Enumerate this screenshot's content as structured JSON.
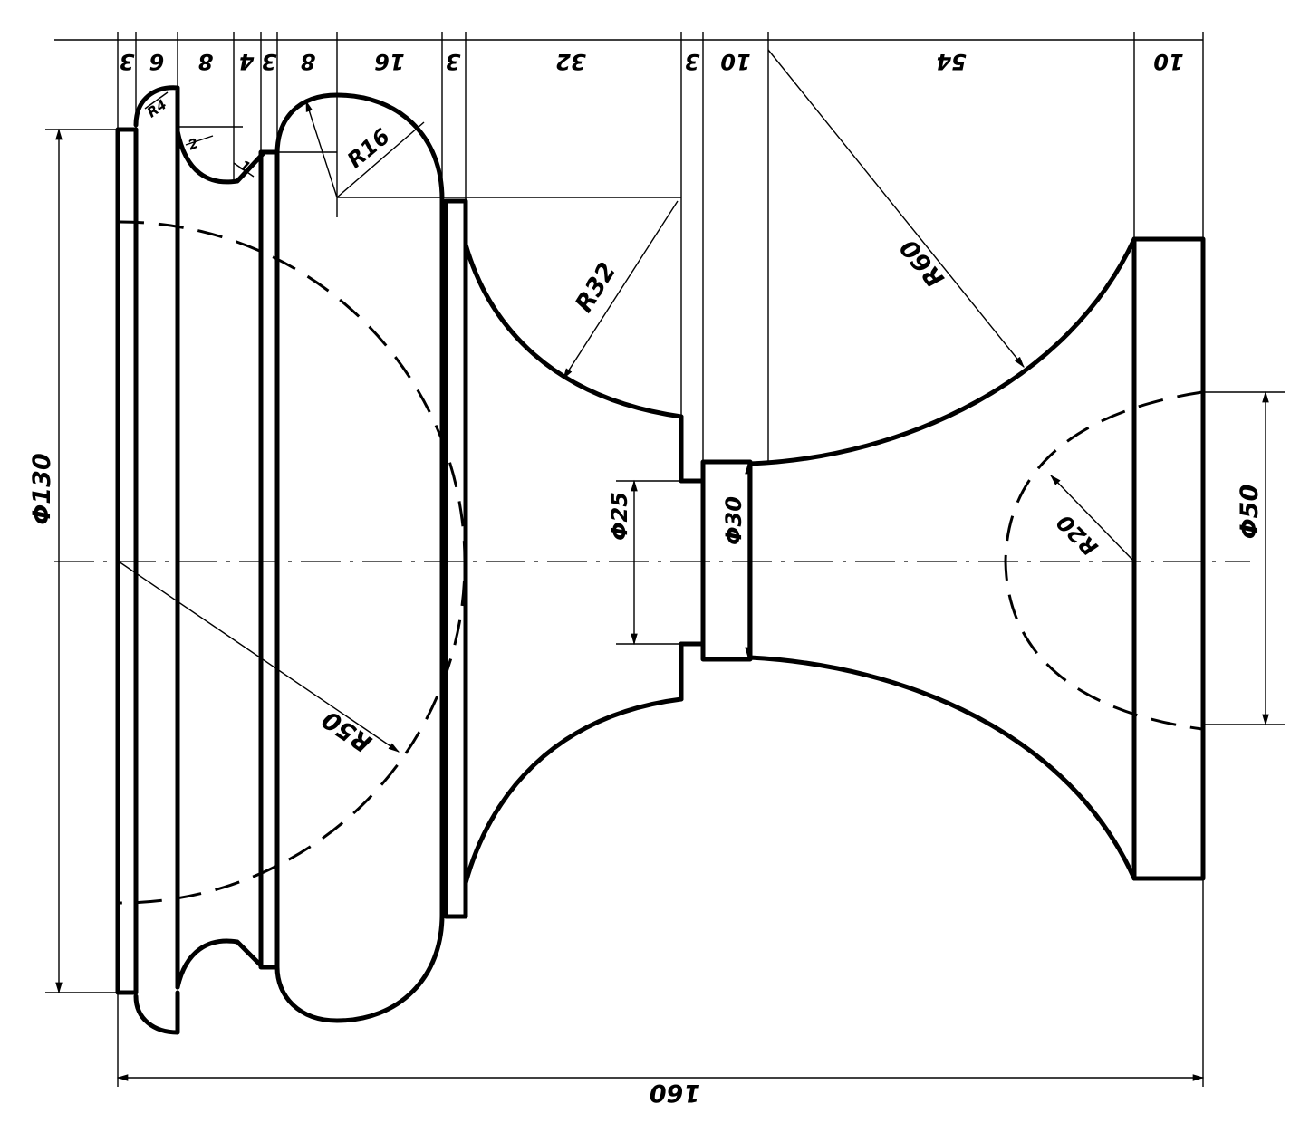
{
  "drawing": {
    "top_dims": [
      "3",
      "6",
      "8",
      "4",
      "3",
      "8",
      "16",
      "3",
      "32",
      "3",
      "10",
      "54",
      "10"
    ],
    "overall_length": "160",
    "diameters": {
      "d130": "Φ130",
      "d25": "Φ25",
      "d30": "Φ30",
      "d50": "Φ50"
    },
    "radii": {
      "r16": "R16",
      "r32": "R32",
      "r60": "R60",
      "r50": "R50",
      "r20": "R20",
      "r4": "R4",
      "r2": "2",
      "r1": "1"
    }
  }
}
